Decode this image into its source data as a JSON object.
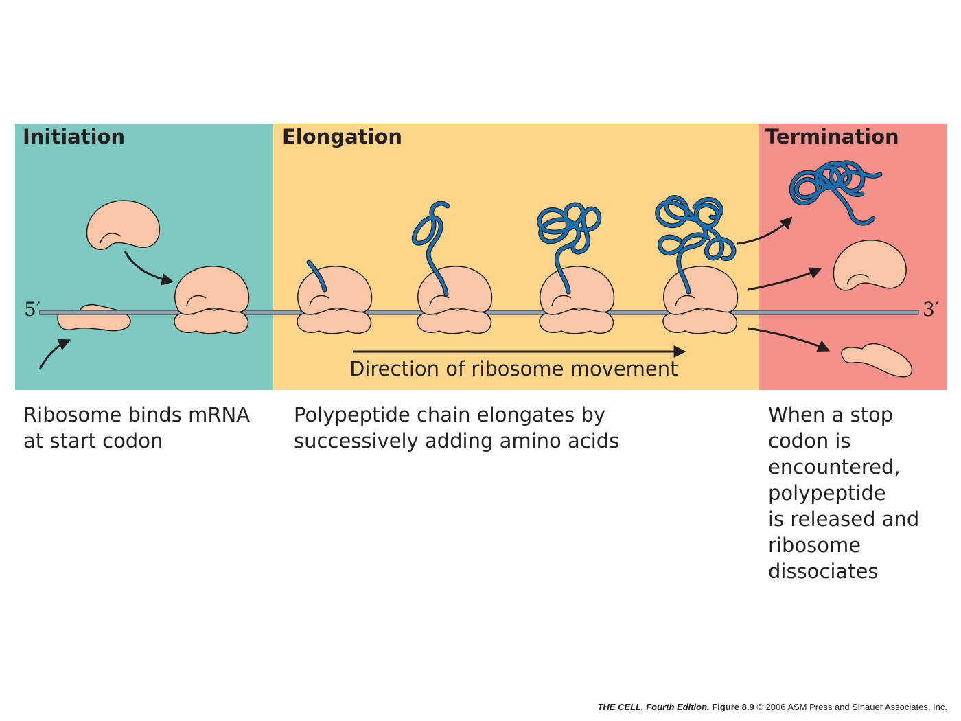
{
  "panels": {
    "initiation": {
      "title": "Initiation",
      "caption": "Ribosome binds mRNA\nat start codon",
      "color": "#7ecac0"
    },
    "elongation": {
      "title": "Elongation",
      "caption": "Polypeptide chain elongates by\nsuccessively adding amino acids",
      "color": "#fdd68c"
    },
    "termination": {
      "title": "Termination",
      "caption": "When a stop\ncodon is\nencountered,\npolypeptide\nis released and\nribosome\ndissociates",
      "color": "#f4918a"
    }
  },
  "mrna": {
    "five_prime_label": "5′",
    "three_prime_label": "3′",
    "color": "#8fa3b5"
  },
  "direction_label": "Direction of ribosome movement",
  "colors": {
    "ribosome": "#f9c6a8",
    "polypeptide": "#1a6fb0",
    "outline": "#231f20"
  },
  "credit": {
    "book": "THE CELL, Fourth Edition,",
    "figure": "Figure 8.9",
    "copyright": "© 2006 ASM Press and Sinauer Associates, Inc."
  }
}
